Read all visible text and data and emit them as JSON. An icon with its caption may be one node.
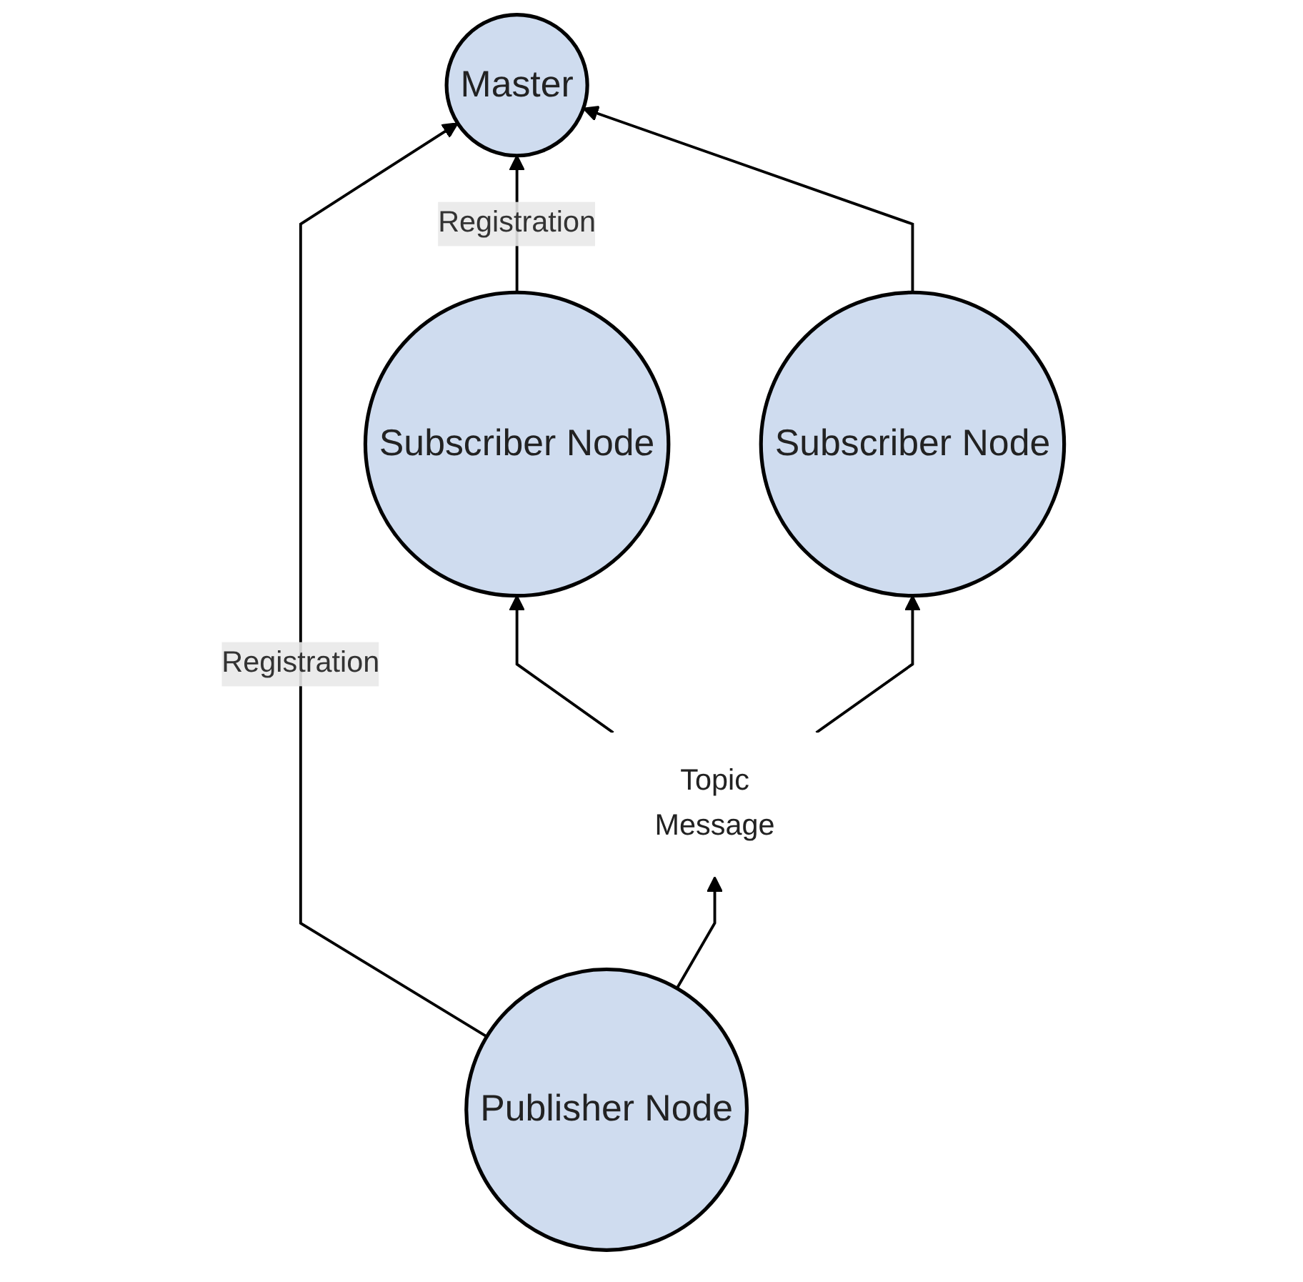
{
  "diagram": {
    "nodes": [
      {
        "text": [
          "Master"
        ]
      },
      {
        "text": [
          "Publisher Node"
        ]
      },
      {
        "text": [
          "Topic",
          "Message"
        ]
      },
      {
        "text": [
          "Subscriber Node"
        ]
      },
      {
        "text": [
          "Subscriber Node"
        ]
      }
    ],
    "edges": [
      {
        "from": 1,
        "to": 0,
        "arrow": "to",
        "label": "Registration"
      },
      {
        "from": 3,
        "to": 0,
        "arrow": "to",
        "label": "Registration"
      },
      {
        "from": 1,
        "to": 2,
        "arrow": "to"
      },
      {
        "from": 2,
        "to": 3,
        "arrow": "to"
      },
      {
        "from": 2,
        "to": 4,
        "arrow": "to"
      },
      {
        "from": 4,
        "to": 0,
        "arrow": "to"
      }
    ]
  }
}
